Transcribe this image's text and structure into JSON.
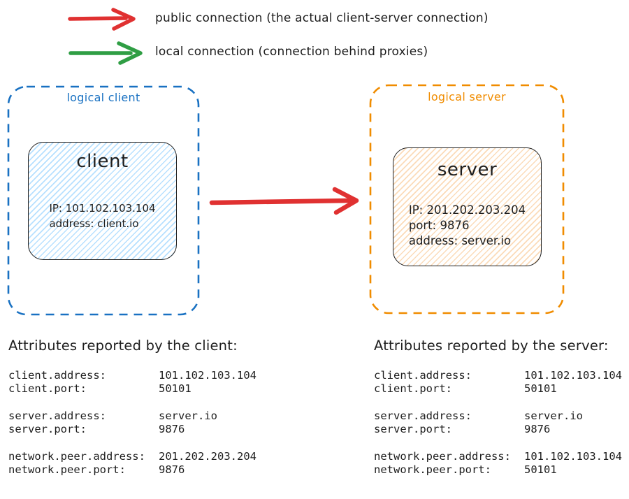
{
  "legend": {
    "items": [
      {
        "id": "public",
        "icon": "arrow-right-icon",
        "arrow_color": "#e03131",
        "label": "public connection (the actual client-server connection)"
      },
      {
        "id": "local",
        "icon": "arrow-right-icon",
        "arrow_color": "#2f9e44",
        "label": "local connection (connection behind proxies)"
      }
    ]
  },
  "diagram": {
    "connection_arrow_color": "#e03131",
    "logical_client": {
      "label": "logical client",
      "color": "#1971c2",
      "node": {
        "title": "client",
        "hatch": "rgba(165,216,255,0.8)",
        "lines": [
          "IP: 101.102.103.104",
          "address: client.io"
        ]
      }
    },
    "logical_server": {
      "label": "logical server",
      "color": "#f08c00",
      "node": {
        "title": "server",
        "hatch": "rgba(247,183,115,0.5)",
        "lines": [
          "IP: 201.202.203.204",
          "port: 9876",
          "address: server.io"
        ]
      }
    }
  },
  "attributes": {
    "client": {
      "title": "Attributes reported by the client:",
      "groups": [
        [
          {
            "key": "client.address:",
            "value": "101.102.103.104"
          },
          {
            "key": "client.port:",
            "value": "50101"
          }
        ],
        [
          {
            "key": "server.address:",
            "value": "server.io"
          },
          {
            "key": "server.port:",
            "value": "9876"
          }
        ],
        [
          {
            "key": "network.peer.address:",
            "value": "201.202.203.204"
          },
          {
            "key": "network.peer.port:",
            "value": "9876"
          }
        ]
      ]
    },
    "server": {
      "title": "Attributes reported by the server:",
      "groups": [
        [
          {
            "key": "client.address:",
            "value": "101.102.103.104"
          },
          {
            "key": "client.port:",
            "value": "50101"
          }
        ],
        [
          {
            "key": "server.address:",
            "value": "server.io"
          },
          {
            "key": "server.port:",
            "value": "9876"
          }
        ],
        [
          {
            "key": "network.peer.address:",
            "value": "101.102.103.104"
          },
          {
            "key": "network.peer.port:",
            "value": "50101"
          }
        ]
      ]
    }
  }
}
